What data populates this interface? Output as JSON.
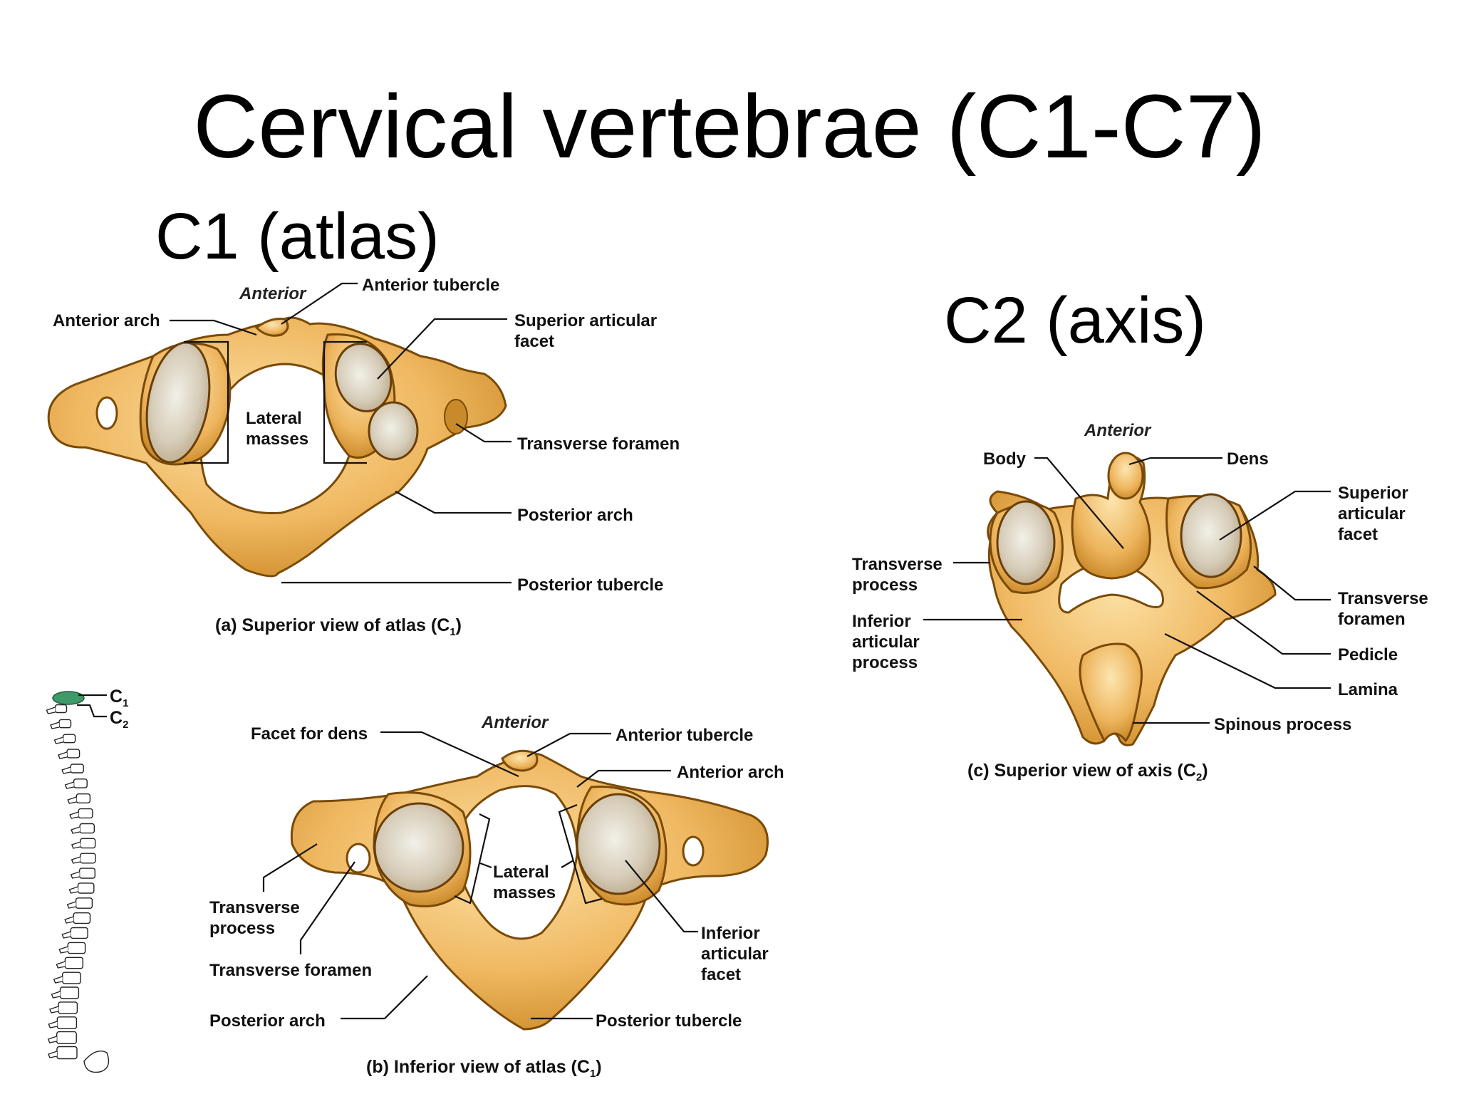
{
  "title": "Cervical vertebrae (C1-C7)",
  "subtitles": {
    "c1": "C1 (atlas)",
    "c2": "C2 (axis)"
  },
  "orientation_label": "Anterior",
  "panel_a": {
    "labels": {
      "anterior_tubercle": "Anterior tubercle",
      "anterior_arch": "Anterior arch",
      "superior_facet_1": "Superior articular",
      "superior_facet_2": "facet",
      "lateral_1": "Lateral",
      "lateral_2": "masses",
      "transverse_foramen": "Transverse foramen",
      "posterior_arch": "Posterior arch",
      "posterior_tubercle": "Posterior tubercle"
    },
    "caption": {
      "prefix": "(a)",
      "text": "Superior view of atlas (C",
      "sub": "1",
      "close": ")"
    }
  },
  "panel_b": {
    "labels": {
      "facet_for_dens": "Facet for dens",
      "anterior_tubercle": "Anterior tubercle",
      "anterior_arch": "Anterior arch",
      "lateral_1": "Lateral",
      "lateral_2": "masses",
      "transverse_process_1": "Transverse",
      "transverse_process_2": "process",
      "transverse_foramen": "Transverse foramen",
      "inferior_facet_1": "Inferior",
      "inferior_facet_2": "articular",
      "inferior_facet_3": "facet",
      "posterior_arch": "Posterior arch",
      "posterior_tubercle": "Posterior tubercle"
    },
    "caption": {
      "prefix": "(b)",
      "text": "Inferior view of atlas (C",
      "sub": "1",
      "close": ")"
    }
  },
  "panel_c": {
    "labels": {
      "body": "Body",
      "dens": "Dens",
      "superior_facet_1": "Superior",
      "superior_facet_2": "articular",
      "superior_facet_3": "facet",
      "transverse_process_1": "Transverse",
      "transverse_process_2": "process",
      "inferior_process_1": "Inferior",
      "inferior_process_2": "articular",
      "inferior_process_3": "process",
      "transverse_foramen_1": "Transverse",
      "transverse_foramen_2": "foramen",
      "pedicle": "Pedicle",
      "lamina": "Lamina",
      "spinous_process": "Spinous process"
    },
    "caption": {
      "prefix": "(c)",
      "text": "Superior view of axis (C",
      "sub": "2",
      "close": ")"
    }
  },
  "spine_inset": {
    "c1": {
      "main": "C",
      "sub": "1"
    },
    "c2": {
      "main": "C",
      "sub": "2"
    }
  },
  "colors": {
    "bone_light": "#f6c979",
    "bone_dark": "#d8922c",
    "outline": "#7a4a08",
    "facet": "#d9d2c0",
    "highlight": "#3f9a6a"
  }
}
